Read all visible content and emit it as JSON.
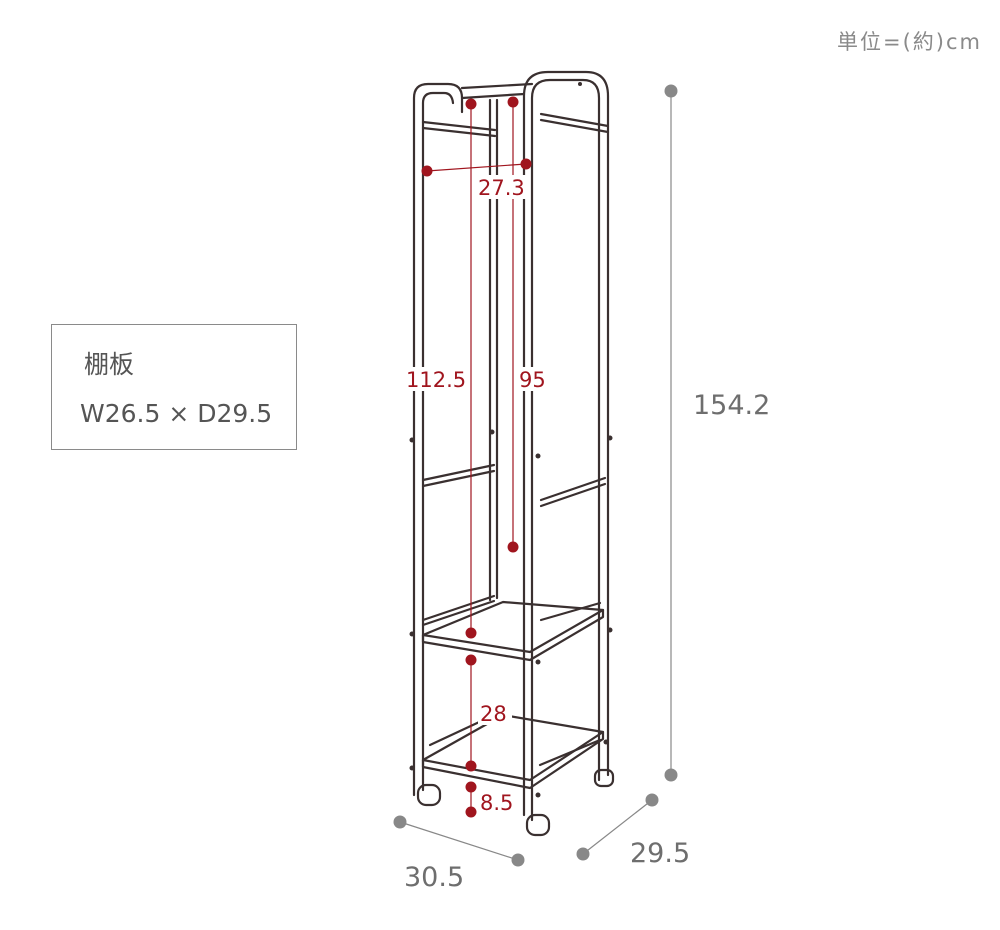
{
  "unit_note": "単位=(約)cm",
  "spec_box": {
    "title": "棚板",
    "dims": "W26.5 × D29.5"
  },
  "dimensions": {
    "top_width": "27.3",
    "inner_height_a": "112.5",
    "inner_height_b": "95",
    "total_height": "154.2",
    "shelf_gap": "28",
    "bottom_clearance": "8.5",
    "width": "30.5",
    "depth": "29.5"
  },
  "colors": {
    "frame": "#3a3030",
    "red_dim": "#a0151e",
    "gray_dim": "#888888"
  }
}
